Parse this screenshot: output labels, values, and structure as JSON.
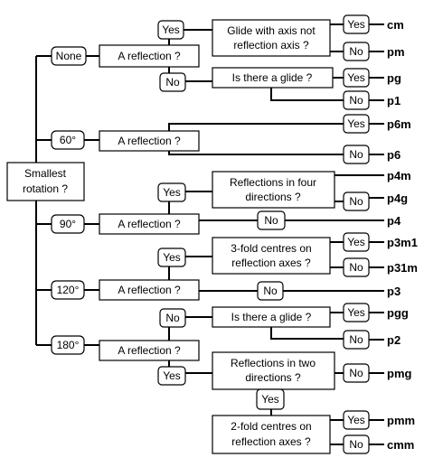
{
  "diagram": {
    "start": "Smallest rotation ?",
    "rotations": [
      "None",
      "60°",
      "90°",
      "120°",
      "180°"
    ],
    "question_reflection": "A reflection ?",
    "question_glide": "Is there a glide ?",
    "question_glide_axis": "Glide with axis not reflection axis ?",
    "question_four_directions": "Reflections in four directions ?",
    "question_3fold": "3-fold centres on reflection axes ?",
    "question_two_directions": "Reflections in two directions ?",
    "question_2fold": "2-fold centres on reflection axes ?",
    "yes": "Yes",
    "no": "No",
    "results": [
      "cm",
      "pm",
      "pg",
      "p1",
      "p6m",
      "p6",
      "p4m",
      "p4g",
      "p4",
      "p3m1",
      "p31m",
      "p3",
      "pgg",
      "p2",
      "pmg",
      "pmm",
      "cmm"
    ]
  }
}
